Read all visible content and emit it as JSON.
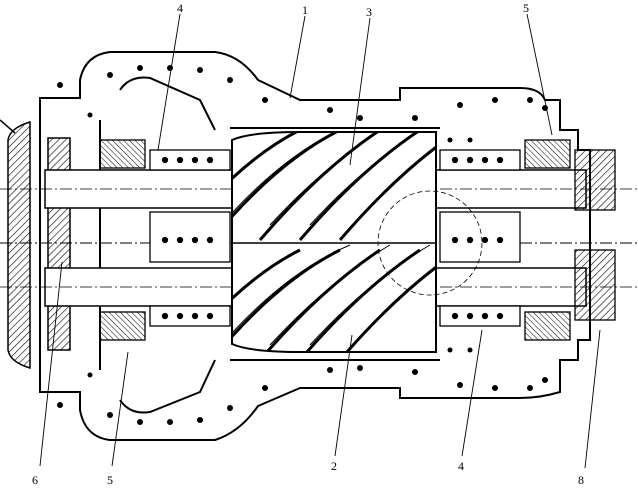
{
  "figure": {
    "callouts": {
      "c1": "1",
      "c2": "2",
      "c3": "3",
      "c4_top": "4",
      "c4_bottom": "4",
      "c5_top": "5",
      "c5_bottom": "5",
      "c6": "6",
      "c8": "8"
    },
    "colors": {
      "ink": "#000000",
      "paper": "#ffffff"
    }
  }
}
